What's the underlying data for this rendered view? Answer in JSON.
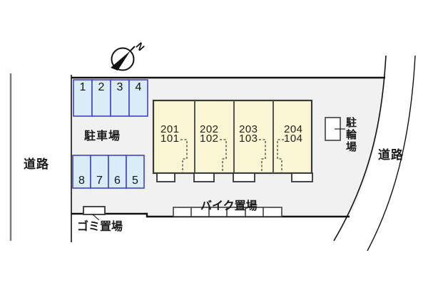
{
  "colors": {
    "lot_fill": "#F1F1F1",
    "building_fill": "#FAF5D2",
    "parking_fill": "#D9ECF8",
    "parking_border": "#4343C8",
    "line": "#1A1A1A",
    "road_line_gray": "#7A7A7A"
  },
  "compass": {
    "north_label": "N"
  },
  "roads": {
    "left_label": "道路",
    "right_label": "道路"
  },
  "parking": {
    "area_label": "駐車場",
    "row1": [
      "1",
      "2",
      "3",
      "4"
    ],
    "row2": [
      "8",
      "7",
      "6",
      "5"
    ]
  },
  "building": {
    "units": [
      {
        "upper": "201",
        "lower": "101"
      },
      {
        "upper": "202",
        "lower": "102"
      },
      {
        "upper": "203",
        "lower": "103"
      },
      {
        "upper": "204",
        "lower": "104"
      }
    ]
  },
  "bike_area": {
    "label": "バイク置場"
  },
  "garbage_area": {
    "label": "ゴミ置場"
  },
  "bicycle_area": {
    "label": "駐輪場"
  }
}
